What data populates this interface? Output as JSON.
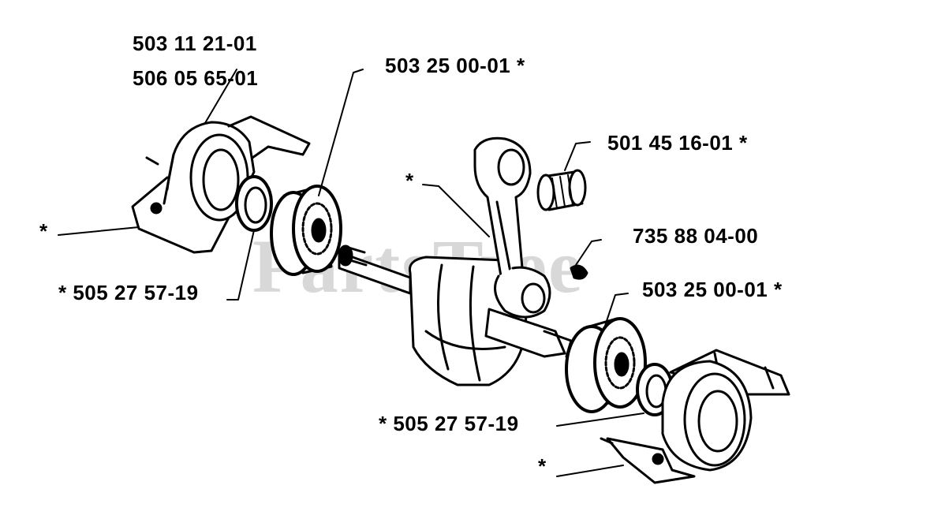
{
  "watermark": "PartsTree",
  "labels": {
    "top_left_1": "503 11 21-01",
    "top_left_2": "506 05 65-01",
    "bearing_top": "503 25 00-01  *",
    "needle_bearing": "501 45 16-01  *",
    "conrod_star": "*",
    "left_housing_star": "*",
    "seal_left": "*  505 27 57-19",
    "key": "735 88 04-00",
    "bearing_right": "503 25 00-01  *",
    "seal_bottom": "*  505 27 57-19",
    "right_housing_star": "*"
  }
}
